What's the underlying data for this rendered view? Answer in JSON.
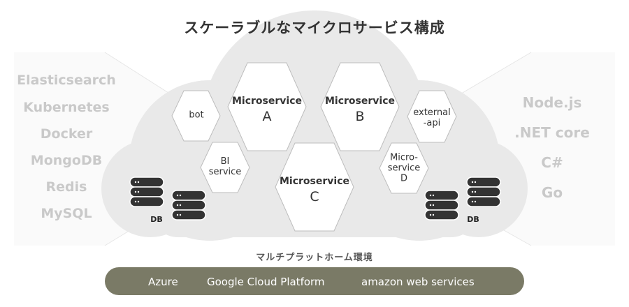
{
  "title": "スケーラブルなマイクロサービス構成",
  "left_technologies": [
    "Elasticsearch",
    "Kubernetes",
    "Docker",
    "MongoDB",
    "Redis",
    "MySQL"
  ],
  "right_technologies": [
    "Node.js",
    ".NET core",
    "C#",
    "Go"
  ],
  "services": {
    "bot": "bot",
    "a_name": "Microservice",
    "a_letter": "A",
    "b_name": "Microservice",
    "b_letter": "B",
    "c_name": "Microservice",
    "c_letter": "C",
    "external_api_line1": "external",
    "external_api_line2": "-api",
    "bi_line1": "BI",
    "bi_line2": "service",
    "d_line1": "Micro-",
    "d_line2": "service",
    "d_line3": "D"
  },
  "databases": {
    "left_label": "DB",
    "right_label": "DB"
  },
  "multiplatform": {
    "title": "マルチプラットホーム環境",
    "platforms": [
      "Azure",
      "Google Cloud Platform",
      "amazon web services"
    ]
  },
  "colors": {
    "cloud": "#e9e9e9",
    "hex_border": "#bdbdbd",
    "db_stack": "#333333",
    "platform_bar": "#7a7a66",
    "tech_text": "#c9c9c9"
  }
}
